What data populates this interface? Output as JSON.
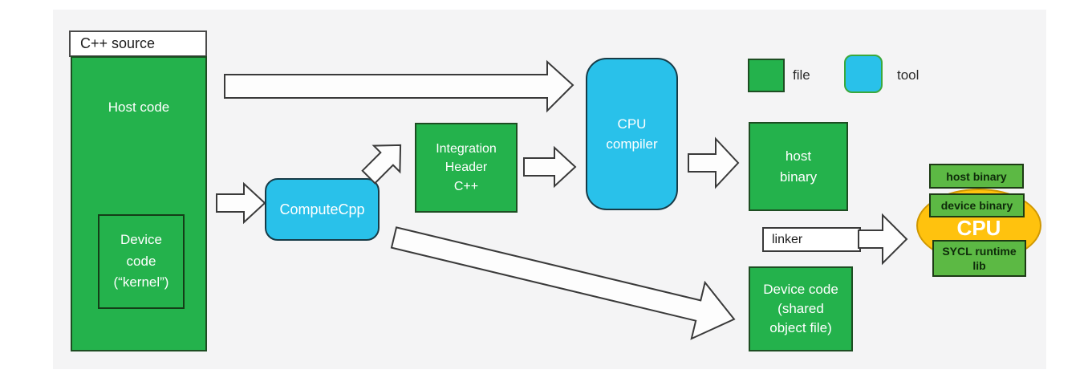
{
  "diagram": {
    "source": {
      "title": "C++ source",
      "host_code": "Host code",
      "device_code": "Device\ncode\n(“kernel”)"
    },
    "nodes": {
      "computecpp": "ComputeCpp",
      "integration_header": "Integration\nHeader\nC++",
      "cpu_compiler": "CPU\ncompiler",
      "host_binary": "host\nbinary",
      "linker": "linker",
      "device_code_shared": "Device code\n(shared\nobject file)"
    },
    "legend": {
      "file_label": "file",
      "tool_label": "tool"
    },
    "cpu_cluster": {
      "host_binary": "host binary",
      "device_binary": "device binary",
      "cpu": "CPU",
      "sycl_runtime": "SYCL runtime\nlib"
    },
    "colors": {
      "file_green": "#24b24c",
      "tool_blue": "#29c1ea",
      "cluster_green": "#5cb944",
      "cpu_gold": "#ffc20e",
      "background_panel": "#f4f4f5",
      "arrow_fill": "#fdfdfd"
    }
  }
}
